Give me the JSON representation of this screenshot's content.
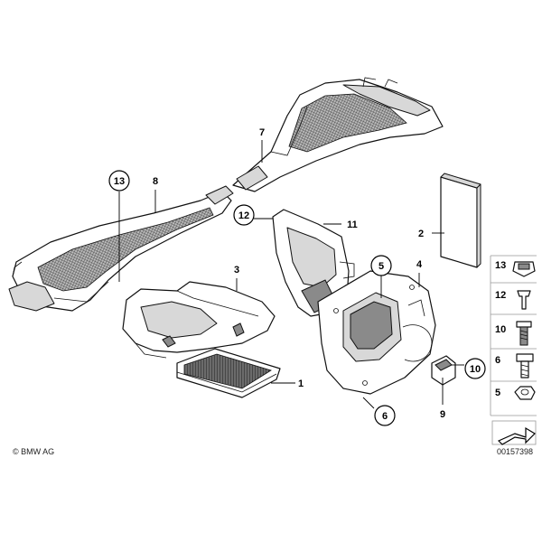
{
  "diagram": {
    "callouts": {
      "c1": "1",
      "c2": "2",
      "c3": "3",
      "c4": "4",
      "c5": "5",
      "c6": "6",
      "c7": "7",
      "c8": "8",
      "c9": "9",
      "c10": "10",
      "c11": "11",
      "c12": "12",
      "c13": "13"
    },
    "legend": {
      "items": [
        "13",
        "12",
        "10",
        "6",
        "5"
      ]
    },
    "footer": {
      "copyright": "© BMW AG",
      "diagram_number": "00157398"
    }
  }
}
